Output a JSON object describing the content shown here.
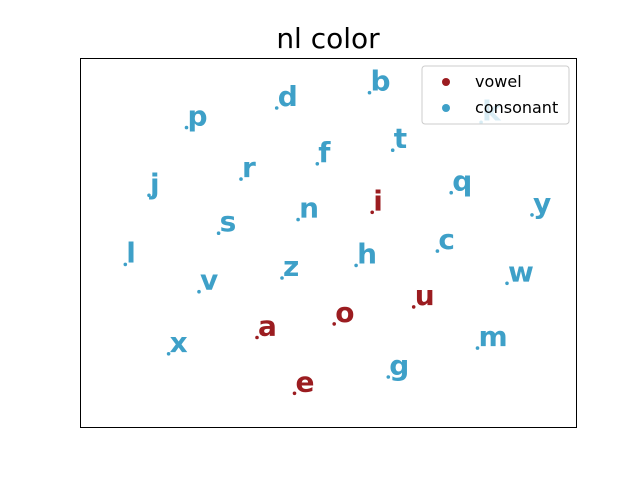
{
  "chart_data": {
    "type": "scatter",
    "title": "nl color",
    "xlabel": "",
    "ylabel": "",
    "xlim": [
      0,
      100
    ],
    "ylim": [
      0,
      100
    ],
    "grid": false,
    "axis_ticks": false,
    "legend_position": "top-right",
    "series": [
      {
        "name": "vowel",
        "color": "#9b1c20"
      },
      {
        "name": "consonant",
        "color": "#3ea0c8"
      }
    ],
    "points": [
      {
        "label": "b",
        "x": 59.3,
        "y": 95.1,
        "series": "consonant"
      },
      {
        "label": "d",
        "x": 38.5,
        "y": 90.5,
        "series": "consonant"
      },
      {
        "label": "k",
        "x": 84.3,
        "y": 86.2,
        "series": "consonant"
      },
      {
        "label": "p",
        "x": 18.3,
        "y": 84.6,
        "series": "consonant"
      },
      {
        "label": "t",
        "x": 64.5,
        "y": 77.8,
        "series": "consonant"
      },
      {
        "label": "f",
        "x": 47.6,
        "y": 73.7,
        "series": "consonant"
      },
      {
        "label": "r",
        "x": 30.5,
        "y": 69.1,
        "series": "consonant"
      },
      {
        "label": "j",
        "x": 9.9,
        "y": 64.2,
        "series": "consonant"
      },
      {
        "label": "q",
        "x": 77.6,
        "y": 65.0,
        "series": "consonant"
      },
      {
        "label": "i",
        "x": 59.9,
        "y": 59.1,
        "series": "vowel"
      },
      {
        "label": "y",
        "x": 95.7,
        "y": 58.3,
        "series": "consonant"
      },
      {
        "label": "n",
        "x": 43.3,
        "y": 56.9,
        "series": "consonant"
      },
      {
        "label": "s",
        "x": 25.5,
        "y": 52.8,
        "series": "consonant"
      },
      {
        "label": "c",
        "x": 74.5,
        "y": 47.4,
        "series": "consonant"
      },
      {
        "label": "l",
        "x": 4.6,
        "y": 43.4,
        "series": "consonant"
      },
      {
        "label": "h",
        "x": 56.3,
        "y": 43.1,
        "series": "consonant"
      },
      {
        "label": "z",
        "x": 39.7,
        "y": 39.3,
        "series": "consonant"
      },
      {
        "label": "w",
        "x": 90.1,
        "y": 37.7,
        "series": "consonant"
      },
      {
        "label": "v",
        "x": 21.1,
        "y": 35.2,
        "series": "consonant"
      },
      {
        "label": "u",
        "x": 69.2,
        "y": 30.6,
        "series": "vowel"
      },
      {
        "label": "o",
        "x": 51.4,
        "y": 25.5,
        "series": "vowel"
      },
      {
        "label": "a",
        "x": 34.1,
        "y": 21.4,
        "series": "vowel"
      },
      {
        "label": "m",
        "x": 83.5,
        "y": 18.2,
        "series": "consonant"
      },
      {
        "label": "x",
        "x": 14.3,
        "y": 16.5,
        "series": "consonant"
      },
      {
        "label": "g",
        "x": 63.5,
        "y": 9.5,
        "series": "consonant"
      },
      {
        "label": "e",
        "x": 42.5,
        "y": 4.6,
        "series": "vowel"
      }
    ]
  }
}
